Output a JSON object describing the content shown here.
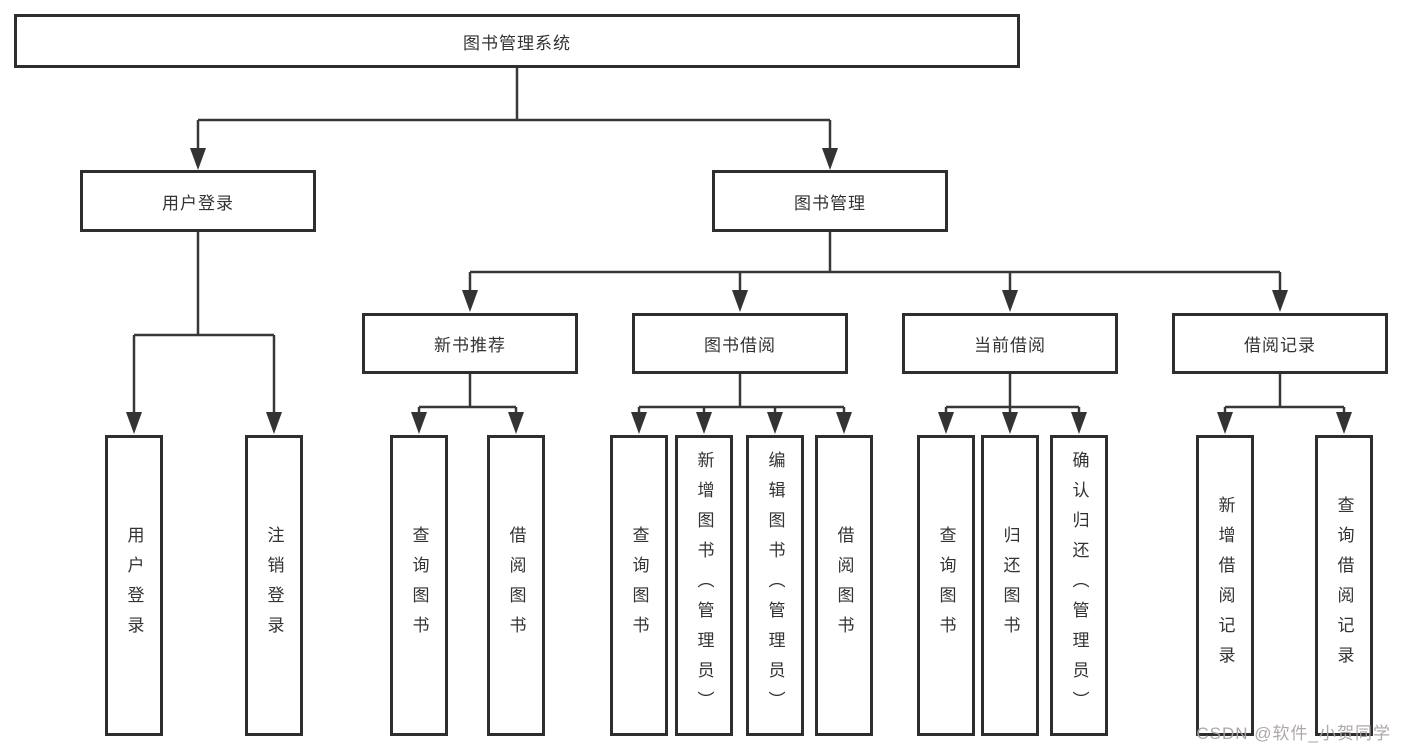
{
  "diagram": {
    "title": "图书管理系统",
    "branches": [
      {
        "label": "用户登录",
        "leaves": [
          "用户登录",
          "注销登录"
        ]
      },
      {
        "label": "图书管理",
        "groups": [
          {
            "label": "新书推荐",
            "leaves": [
              "查询图书",
              "借阅图书"
            ]
          },
          {
            "label": "图书借阅",
            "leaves": [
              "查询图书",
              "新增图书（管理员）",
              "编辑图书（管理员）",
              "借阅图书"
            ]
          },
          {
            "label": "当前借阅",
            "leaves": [
              "查询图书",
              "归还图书",
              "确认归还（管理员）"
            ]
          },
          {
            "label": "借阅记录",
            "leaves": [
              "新增借阅记录",
              "查询借阅记录"
            ]
          }
        ]
      }
    ]
  },
  "watermark": {
    "text": "CSDN @软件_小贺同学"
  },
  "colors": {
    "line": "#383838",
    "arrow": "#333333",
    "box_border": "#2e2e2e",
    "text": "#333333",
    "watermark": "#aca2a2",
    "background": "#ffffff"
  }
}
